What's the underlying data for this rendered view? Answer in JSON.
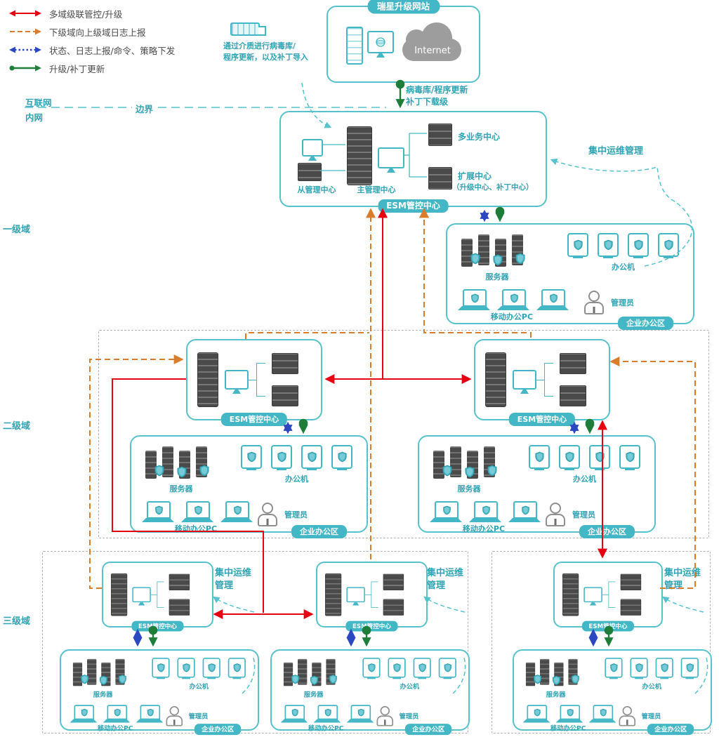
{
  "legend": {
    "items": [
      {
        "label": "多域级联管控/升级"
      },
      {
        "label": "下级域向上级域日志上报"
      },
      {
        "label": "状态、日志上报/命令、策略下发"
      },
      {
        "label": "升级/补丁更新"
      }
    ]
  },
  "top_site": {
    "title": "瑞星升级网站",
    "internet": "Internet"
  },
  "usb_note": {
    "line1": "通过介质进行病毒库/",
    "line2": "程序更新，以及补丁导入"
  },
  "download_note": {
    "line1": "病毒库/程序更新",
    "line2": "补丁下载级"
  },
  "boundary": {
    "outside": "互联网",
    "inside": "内网",
    "label": "边界"
  },
  "domains": {
    "l1": "一级域",
    "l2": "二级域",
    "l3": "三级域"
  },
  "esm_main": {
    "slave": "从管理中心",
    "master": "主管理中心",
    "multi": "多业务中心",
    "ext1": "扩展中心",
    "ext2": "（升级中心、补丁中心）"
  },
  "esm": {
    "badge": "ESM管控中心"
  },
  "ops": {
    "l1": "集中运维管理",
    "l3_line1": "集中运维",
    "l3_line2": "管理"
  },
  "enterprise": {
    "servers": "服务器",
    "office": "办公机",
    "mobile": "移动办公PC",
    "admin": "管理员",
    "badge": "企业办公区"
  },
  "colors": {
    "teal": "#44b7c6",
    "teal_text": "#2fa3b3",
    "red": "#e60012",
    "orange": "#d97c2b",
    "blue": "#2b48c0",
    "green": "#1f7d3a",
    "cloud_gray": "#9d9d9d",
    "server_dark": "#4a4a4a",
    "container_dash": "#b2b2b2"
  }
}
